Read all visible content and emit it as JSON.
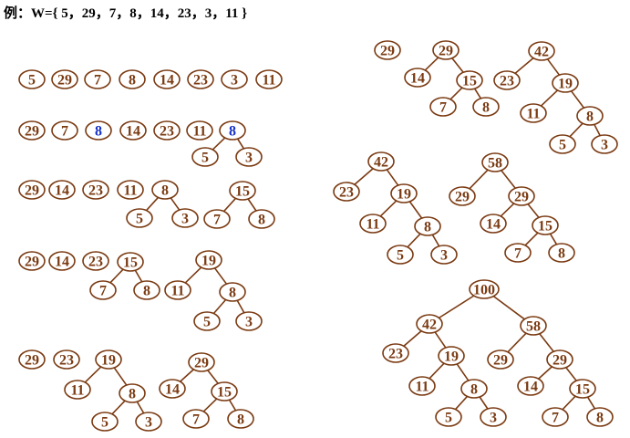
{
  "title": "例：W={ 5，29，7，8，14，23，3，11 }",
  "colors": {
    "node": "#7a3a12",
    "highlight": "#1530c8",
    "title": "#000000"
  },
  "steps": [
    {
      "nodes": [
        {
          "id": "a1",
          "label": "5"
        },
        {
          "id": "a2",
          "label": "29"
        },
        {
          "id": "a3",
          "label": "7"
        },
        {
          "id": "a4",
          "label": "8"
        },
        {
          "id": "a5",
          "label": "14"
        },
        {
          "id": "a6",
          "label": "23"
        },
        {
          "id": "a7",
          "label": "3"
        },
        {
          "id": "a8",
          "label": "11"
        }
      ],
      "edges": []
    },
    {
      "nodes": [
        {
          "id": "b1",
          "label": "29"
        },
        {
          "id": "b2",
          "label": "7"
        },
        {
          "id": "b3",
          "label": "8",
          "highlight": true
        },
        {
          "id": "b4",
          "label": "14"
        },
        {
          "id": "b5",
          "label": "23"
        },
        {
          "id": "b6",
          "label": "11"
        },
        {
          "id": "b7",
          "label": "8",
          "highlight": true
        },
        {
          "id": "b8",
          "label": "5"
        },
        {
          "id": "b9",
          "label": "3"
        }
      ],
      "edges": [
        [
          "b7",
          "b8"
        ],
        [
          "b7",
          "b9"
        ]
      ]
    },
    {
      "nodes": [
        {
          "id": "c1",
          "label": "29"
        },
        {
          "id": "c2",
          "label": "14"
        },
        {
          "id": "c3",
          "label": "23"
        },
        {
          "id": "c4",
          "label": "11"
        },
        {
          "id": "c5",
          "label": "8"
        },
        {
          "id": "c6",
          "label": "5"
        },
        {
          "id": "c7",
          "label": "3"
        },
        {
          "id": "c8",
          "label": "15"
        },
        {
          "id": "c9",
          "label": "7"
        },
        {
          "id": "c10",
          "label": "8"
        }
      ],
      "edges": [
        [
          "c5",
          "c6"
        ],
        [
          "c5",
          "c7"
        ],
        [
          "c8",
          "c9"
        ],
        [
          "c8",
          "c10"
        ]
      ]
    },
    {
      "nodes": [
        {
          "id": "d1",
          "label": "29"
        },
        {
          "id": "d2",
          "label": "14"
        },
        {
          "id": "d3",
          "label": "23"
        },
        {
          "id": "d4",
          "label": "15"
        },
        {
          "id": "d5",
          "label": "7"
        },
        {
          "id": "d6",
          "label": "8"
        },
        {
          "id": "d7",
          "label": "19"
        },
        {
          "id": "d8",
          "label": "11"
        },
        {
          "id": "d9",
          "label": "8"
        },
        {
          "id": "d10",
          "label": "5"
        },
        {
          "id": "d11",
          "label": "3"
        }
      ],
      "edges": [
        [
          "d4",
          "d5"
        ],
        [
          "d4",
          "d6"
        ],
        [
          "d7",
          "d8"
        ],
        [
          "d7",
          "d9"
        ],
        [
          "d9",
          "d10"
        ],
        [
          "d9",
          "d11"
        ]
      ]
    },
    {
      "nodes": [
        {
          "id": "e1",
          "label": "29"
        },
        {
          "id": "e2",
          "label": "23"
        },
        {
          "id": "e3",
          "label": "19"
        },
        {
          "id": "e4",
          "label": "11"
        },
        {
          "id": "e5",
          "label": "8"
        },
        {
          "id": "e6",
          "label": "5"
        },
        {
          "id": "e7",
          "label": "3"
        },
        {
          "id": "e8",
          "label": "29"
        },
        {
          "id": "e9",
          "label": "14"
        },
        {
          "id": "e10",
          "label": "15"
        },
        {
          "id": "e11",
          "label": "7"
        },
        {
          "id": "e12",
          "label": "8"
        }
      ],
      "edges": [
        [
          "e3",
          "e4"
        ],
        [
          "e3",
          "e5"
        ],
        [
          "e5",
          "e6"
        ],
        [
          "e5",
          "e7"
        ],
        [
          "e8",
          "e9"
        ],
        [
          "e8",
          "e10"
        ],
        [
          "e10",
          "e11"
        ],
        [
          "e10",
          "e12"
        ]
      ]
    },
    {
      "nodes": [
        {
          "id": "f1",
          "label": "29"
        },
        {
          "id": "f2",
          "label": "29"
        },
        {
          "id": "f3",
          "label": "14"
        },
        {
          "id": "f4",
          "label": "15"
        },
        {
          "id": "f5",
          "label": "7"
        },
        {
          "id": "f6",
          "label": "8"
        },
        {
          "id": "f7",
          "label": "42"
        },
        {
          "id": "f8",
          "label": "23"
        },
        {
          "id": "f9",
          "label": "19"
        },
        {
          "id": "f10",
          "label": "11"
        },
        {
          "id": "f11",
          "label": "8"
        },
        {
          "id": "f12",
          "label": "5"
        },
        {
          "id": "f13",
          "label": "3"
        }
      ],
      "edges": [
        [
          "f2",
          "f3"
        ],
        [
          "f2",
          "f4"
        ],
        [
          "f4",
          "f5"
        ],
        [
          "f4",
          "f6"
        ],
        [
          "f7",
          "f8"
        ],
        [
          "f7",
          "f9"
        ],
        [
          "f9",
          "f10"
        ],
        [
          "f9",
          "f11"
        ],
        [
          "f11",
          "f12"
        ],
        [
          "f11",
          "f13"
        ]
      ]
    },
    {
      "nodes": [
        {
          "id": "g1",
          "label": "42"
        },
        {
          "id": "g2",
          "label": "23"
        },
        {
          "id": "g3",
          "label": "19"
        },
        {
          "id": "g4",
          "label": "11"
        },
        {
          "id": "g5",
          "label": "8"
        },
        {
          "id": "g6",
          "label": "5"
        },
        {
          "id": "g7",
          "label": "3"
        },
        {
          "id": "g8",
          "label": "58"
        },
        {
          "id": "g9",
          "label": "29"
        },
        {
          "id": "g10",
          "label": "29"
        },
        {
          "id": "g11",
          "label": "14"
        },
        {
          "id": "g12",
          "label": "15"
        },
        {
          "id": "g13",
          "label": "7"
        },
        {
          "id": "g14",
          "label": "8"
        }
      ],
      "edges": [
        [
          "g1",
          "g2"
        ],
        [
          "g1",
          "g3"
        ],
        [
          "g3",
          "g4"
        ],
        [
          "g3",
          "g5"
        ],
        [
          "g5",
          "g6"
        ],
        [
          "g5",
          "g7"
        ],
        [
          "g8",
          "g9"
        ],
        [
          "g8",
          "g10"
        ],
        [
          "g10",
          "g11"
        ],
        [
          "g10",
          "g12"
        ],
        [
          "g12",
          "g13"
        ],
        [
          "g12",
          "g14"
        ]
      ]
    },
    {
      "nodes": [
        {
          "id": "h1",
          "label": "100"
        },
        {
          "id": "h2",
          "label": "42"
        },
        {
          "id": "h3",
          "label": "58"
        },
        {
          "id": "h4",
          "label": "23"
        },
        {
          "id": "h5",
          "label": "19"
        },
        {
          "id": "h6",
          "label": "29"
        },
        {
          "id": "h7",
          "label": "29"
        },
        {
          "id": "h8",
          "label": "11"
        },
        {
          "id": "h9",
          "label": "8"
        },
        {
          "id": "h10",
          "label": "14"
        },
        {
          "id": "h11",
          "label": "15"
        },
        {
          "id": "h12",
          "label": "5"
        },
        {
          "id": "h13",
          "label": "3"
        },
        {
          "id": "h14",
          "label": "7"
        },
        {
          "id": "h15",
          "label": "8"
        }
      ],
      "edges": [
        [
          "h1",
          "h2"
        ],
        [
          "h1",
          "h3"
        ],
        [
          "h2",
          "h4"
        ],
        [
          "h2",
          "h5"
        ],
        [
          "h3",
          "h6"
        ],
        [
          "h3",
          "h7"
        ],
        [
          "h5",
          "h8"
        ],
        [
          "h5",
          "h9"
        ],
        [
          "h7",
          "h10"
        ],
        [
          "h7",
          "h11"
        ],
        [
          "h9",
          "h12"
        ],
        [
          "h9",
          "h13"
        ],
        [
          "h11",
          "h14"
        ],
        [
          "h11",
          "h15"
        ]
      ]
    }
  ]
}
